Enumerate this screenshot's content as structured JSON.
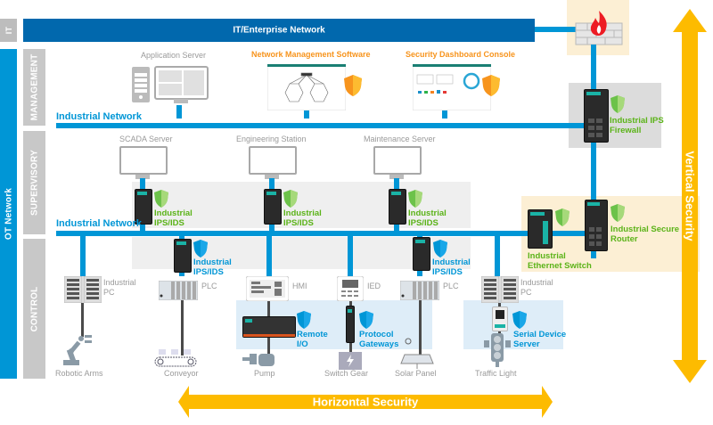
{
  "zones": {
    "it": "IT",
    "ot": "OT Network",
    "management": "MANAGEMENT",
    "supervisory": "SUPERVISORY",
    "control": "CONTROL"
  },
  "it_network": {
    "label": "IT/Enterprise Network"
  },
  "industrial_network_label": "Industrial Network",
  "management": {
    "application_server": "Application Server",
    "network_management_software": "Network Management Software",
    "security_dashboard_console": "Security Dashboard Console"
  },
  "supervisory": {
    "scada_server": "SCADA Server",
    "engineering_station": "Engineering Station",
    "maintenance_server": "Maintenance Server",
    "ips_ids": "Industrial\nIPS/IDS"
  },
  "right_side": {
    "ips_firewall": "Industrial IPS\nFirewall",
    "secure_router": "Industrial Secure\nRouter",
    "ethernet_switch": "Industrial\nEthernet Switch"
  },
  "control": {
    "ips_ids": "Industrial\nIPS/IDS",
    "industrial_pc": "Industrial\nPC",
    "plc": "PLC",
    "hmi": "HMI",
    "ied": "IED",
    "remote_io": "Remote\nI/O",
    "protocol_gateways": "Protocol\nGateways",
    "serial_device_server": "Serial Device\nServer"
  },
  "field_devices": [
    "Robotic Arms",
    "Conveyor",
    "Pump",
    "Switch Gear",
    "Solar Panel",
    "Traffic Light"
  ],
  "arrows": {
    "horizontal": "Horizontal Security",
    "vertical": "Vertical Security"
  },
  "colors": {
    "network_blue": "#0096d6",
    "it_blue": "#0168ad",
    "security_orange": "#fdbb00",
    "green_label": "#5bb318",
    "orange_label": "#f7941d",
    "zone_gray": "#c8c8c8"
  }
}
